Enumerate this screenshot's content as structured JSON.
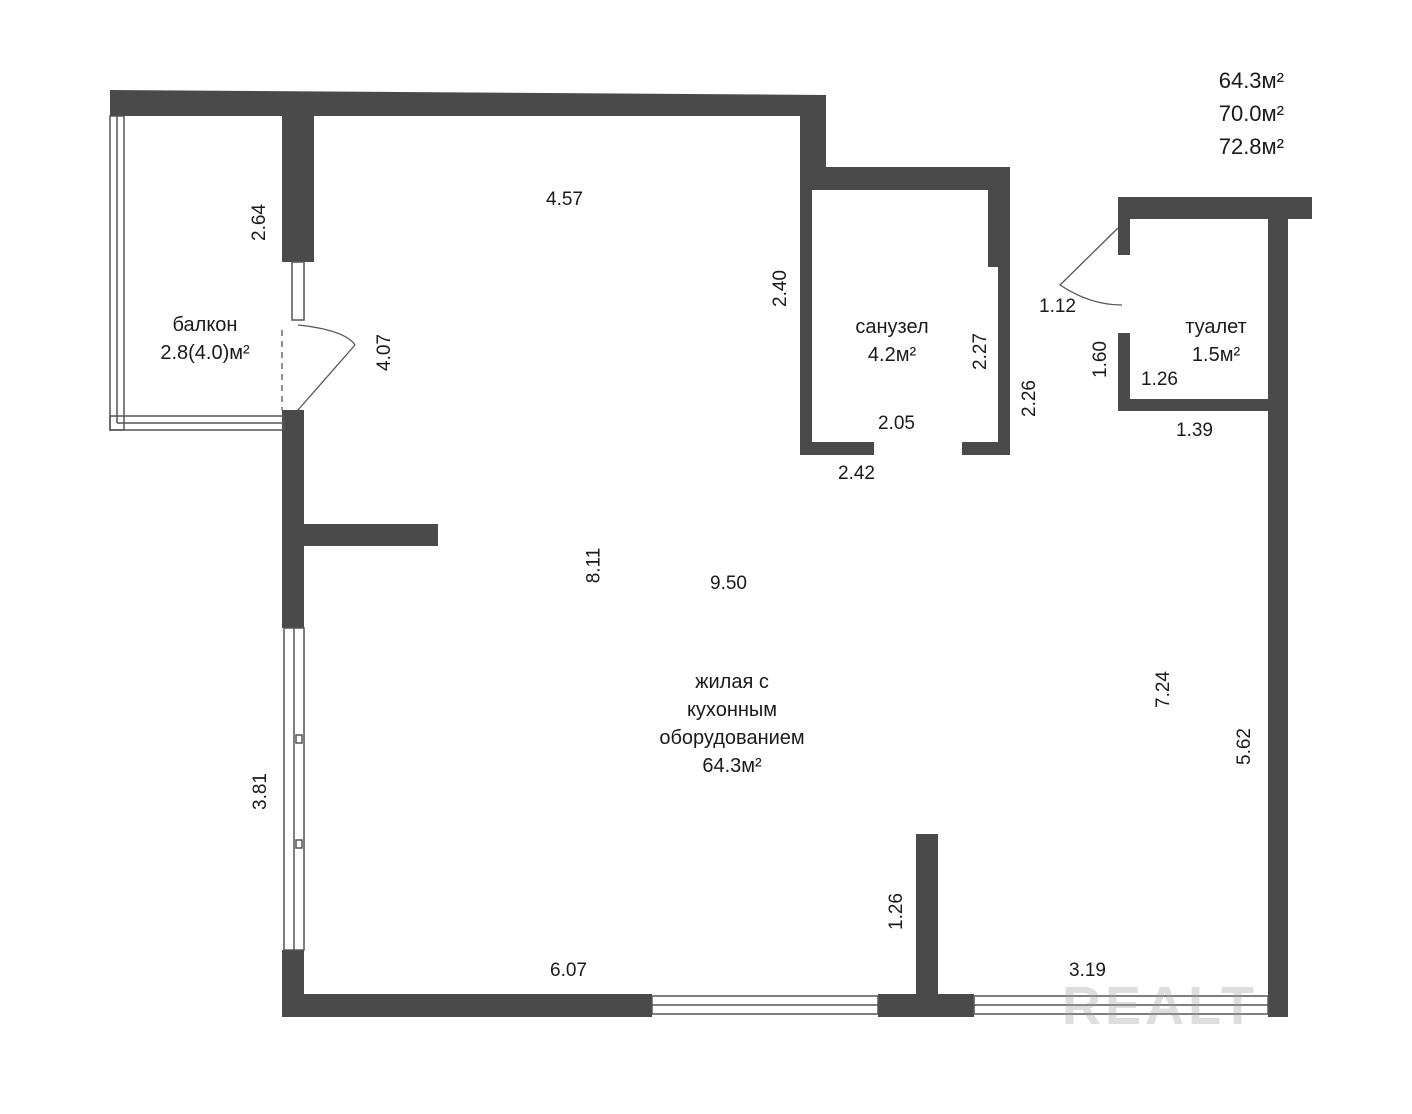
{
  "summary": {
    "total_living": "64.3м²",
    "total_general": "70.0м²",
    "total_with_balcony": "72.8м²"
  },
  "rooms": {
    "balcony": {
      "name": "балкон",
      "area": "2.8(4.0)м²"
    },
    "bathroom": {
      "name": "санузел",
      "area": "4.2м²"
    },
    "toilet": {
      "name": "туалет",
      "area": "1.5м²"
    },
    "living": {
      "line1": "жилая с",
      "line2": "кухонным",
      "line3": "оборудованием",
      "area": "64.3м²"
    }
  },
  "dimensions": {
    "d_457": "4.57",
    "d_264": "2.64",
    "d_407": "4.07",
    "d_240": "2.40",
    "d_227": "2.27",
    "d_226": "2.26",
    "d_205": "2.05",
    "d_242": "2.42",
    "d_112": "1.12",
    "d_160": "1.60",
    "d_126a": "1.26",
    "d_139": "1.39",
    "d_811": "8.11",
    "d_950": "9.50",
    "d_724": "7.24",
    "d_562": "5.62",
    "d_381": "3.81",
    "d_126b": "1.26",
    "d_607": "6.07",
    "d_319": "3.19"
  },
  "watermark": "REALT",
  "colors": {
    "wall": "#4a4a4a",
    "window": "#ffffff",
    "line": "#555555"
  }
}
